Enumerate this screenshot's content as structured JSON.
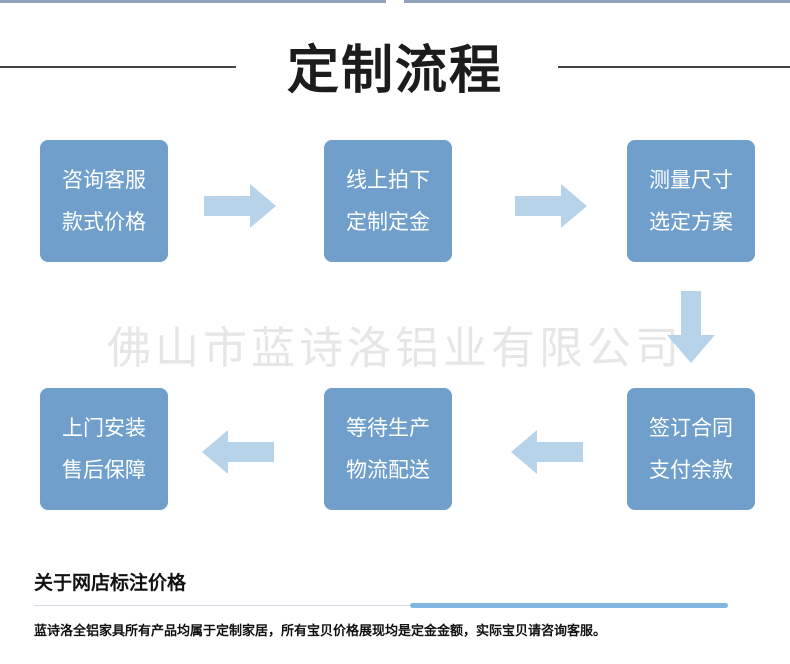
{
  "title": "定制流程",
  "steps": [
    {
      "line1": "咨询客服",
      "line2": "款式价格"
    },
    {
      "line1": "线上拍下",
      "line2": "定制定金"
    },
    {
      "line1": "测量尺寸",
      "line2": "选定方案"
    },
    {
      "line1": "签订合同",
      "line2": "支付余款"
    },
    {
      "line1": "等待生产",
      "line2": "物流配送"
    },
    {
      "line1": "上门安装",
      "line2": "售后保障"
    }
  ],
  "watermark": "佛山市蓝诗洛铝业有限公司",
  "note": {
    "title": "关于网店标注价格",
    "text": "蓝诗洛全铝家具所有产品均属于定制家居，所有宝贝价格展现均是定金金额，实际宝贝请咨询客服。"
  },
  "colors": {
    "step_box": "#6f9fca",
    "arrow": "#b7d3ea",
    "accent_line": "#7fb6e2"
  },
  "icons": [
    "arrow-right-icon",
    "arrow-down-icon",
    "arrow-left-icon"
  ]
}
